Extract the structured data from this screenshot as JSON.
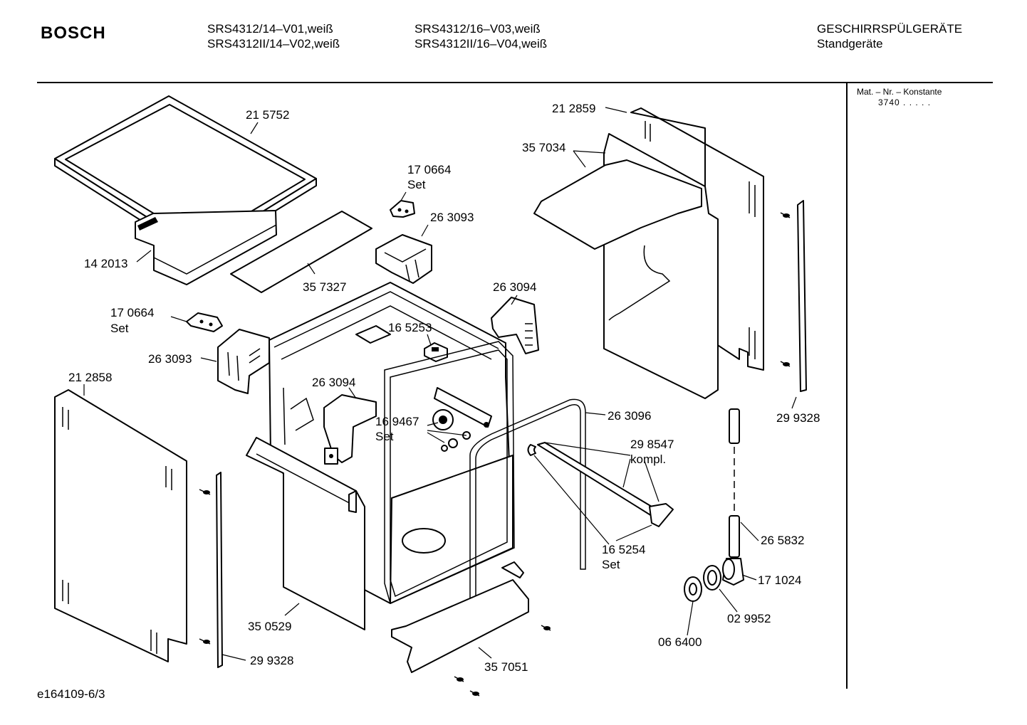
{
  "header": {
    "brand": "BOSCH",
    "models_col1": [
      "SRS4312/14–V01,weiß",
      "SRS4312II/14–V02,weiß"
    ],
    "models_col2": [
      "SRS4312/16–V03,weiß",
      "SRS4312II/16–V04,weiß"
    ],
    "category": [
      "GESCHIRRSPÜLGERÄTE",
      "Standgeräte"
    ]
  },
  "sidebar": {
    "title": "Mat. – Nr. – Konstante",
    "constant": "3740 . . . . ."
  },
  "footer": {
    "code": "e164109-6/3"
  },
  "labels": {
    "top_lid": "21 5752",
    "top_front_trim": "14 2013",
    "hinge_upper": "17 0664",
    "hinge_upper_set": "Set",
    "bracket_upper": "26 3093",
    "strip": "35 7327",
    "cover_right": "26 3094",
    "hinge_left": "17 0664",
    "hinge_left_set": "Set",
    "bracket_left": "26 3093",
    "latch": "16 5253",
    "cover_mid": "26 3094",
    "bearing": "16 9467",
    "bearing_set": "Set",
    "side_panel_left": "21 2858",
    "side_panel_right": "21 2859",
    "insulation": "35 7034",
    "seal": "26 3096",
    "spray_arm": "29 8547",
    "spray_arm_sub": "kompl.",
    "rail_right": "29 9328",
    "hose": "26 5832",
    "arm_clip": "16 5254",
    "arm_clip_set": "Set",
    "elbow": "17 1024",
    "ring": "02 9952",
    "nut": "06 6400",
    "front_panel": "35 0529",
    "base_plate": "35 7051",
    "rail_left": "29 9328"
  }
}
